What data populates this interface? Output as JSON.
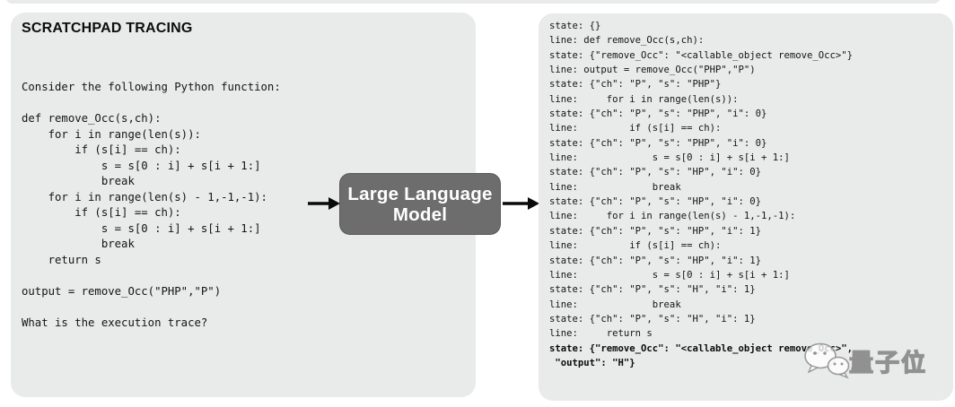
{
  "colors": {
    "page_background": "#ffffff",
    "panel_background": "#e9eaea",
    "llm_box_background": "#6d6d6d",
    "llm_box_text": "#ffffff",
    "text": "#141414",
    "arrow": "#0a0a0a"
  },
  "left_panel": {
    "title": "SCRATCHPAD TRACING",
    "body": "Consider the following Python function:\n\ndef remove_Occ(s,ch):\n    for i in range(len(s)):\n        if (s[i] == ch):\n            s = s[0 : i] + s[i + 1:]\n            break\n    for i in range(len(s) - 1,-1,-1):\n        if (s[i] == ch):\n            s = s[0 : i] + s[i + 1:]\n            break\n    return s\n\noutput = remove_Occ(\"PHP\",\"P\")\n\nWhat is the execution trace?"
  },
  "llm_box": {
    "label": "Large Language\nModel"
  },
  "icons": {
    "arrow_in": "right-arrow",
    "arrow_out": "right-arrow",
    "watermark_icon": "wechat-chat-bubbles"
  },
  "trace_panel": {
    "lines": "state: {}\nline: def remove_Occ(s,ch):\nstate: {\"remove_Occ\": \"<callable_object remove_Occ>\"}\nline: output = remove_Occ(\"PHP\",\"P\")\nstate: {\"ch\": \"P\", \"s\": \"PHP\"}\nline:     for i in range(len(s)):\nstate: {\"ch\": \"P\", \"s\": \"PHP\", \"i\": 0}\nline:         if (s[i] == ch):\nstate: {\"ch\": \"P\", \"s\": \"PHP\", \"i\": 0}\nline:             s = s[0 : i] + s[i + 1:]\nstate: {\"ch\": \"P\", \"s\": \"HP\", \"i\": 0}\nline:             break\nstate: {\"ch\": \"P\", \"s\": \"HP\", \"i\": 0}\nline:     for i in range(len(s) - 1,-1,-1):\nstate: {\"ch\": \"P\", \"s\": \"HP\", \"i\": 1}\nline:         if (s[i] == ch):\nstate: {\"ch\": \"P\", \"s\": \"HP\", \"i\": 1}\nline:             s = s[0 : i] + s[i + 1:]\nstate: {\"ch\": \"P\", \"s\": \"H\", \"i\": 1}\nline:             break\nstate: {\"ch\": \"P\", \"s\": \"H\", \"i\": 1}\nline:     return s",
    "bold_lines": "state: {\"remove_Occ\": \"<callable_object remove_Occ>\",\n \"output\": \"H\"}"
  },
  "watermark": {
    "text": "量子位"
  }
}
